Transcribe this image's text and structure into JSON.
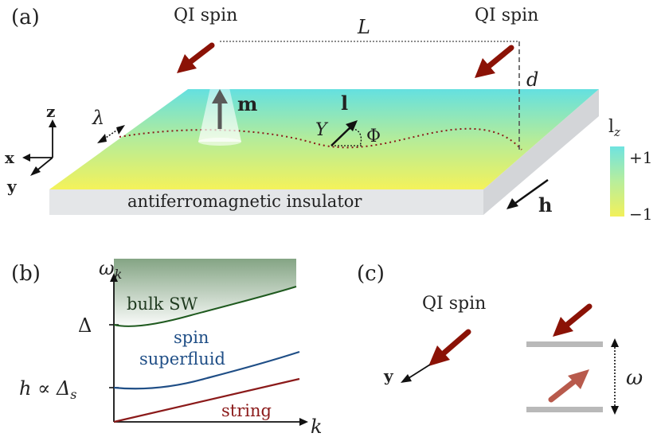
{
  "panel_a": {
    "label": "(a)",
    "qi_spin_left": "QI spin",
    "qi_spin_right": "QI spin",
    "distance_label": "L",
    "height_label": "d",
    "wavelength_label": "λ",
    "m_label": "m",
    "l_label": "l",
    "y_label": "Y",
    "phi_label": "Φ",
    "h_label": "h",
    "slab_label": "antiferromagnetic insulator",
    "axes": {
      "z": "z",
      "x": "x",
      "y": "y"
    },
    "colorbar": {
      "title": "l",
      "title_sub": "z",
      "max": "+1",
      "min": "−1",
      "top_color": "#6fe3e0",
      "bottom_color": "#f2f05a"
    }
  },
  "panel_b": {
    "label": "(b)",
    "y_axis": "ω",
    "y_axis_sub": "k",
    "x_axis": "k",
    "delta": "Δ",
    "delta_s": "h ∝ Δ",
    "delta_s_sub": "s",
    "bulk_sw": "bulk SW",
    "spin_superfluid_line1": "spin",
    "spin_superfluid_line2": "superfluid",
    "string": "string",
    "colors": {
      "bulk": "#1f5a1f",
      "superfluid": "#1f4e86",
      "string": "#8b1a1a"
    }
  },
  "panel_c": {
    "label": "(c)",
    "qi_spin": "QI spin",
    "y_label": "y",
    "omega": "ω"
  },
  "colors": {
    "spin_arrow": "#8b1206",
    "excited_arrow": "#b85a4c",
    "level": "#b9b9b9"
  }
}
